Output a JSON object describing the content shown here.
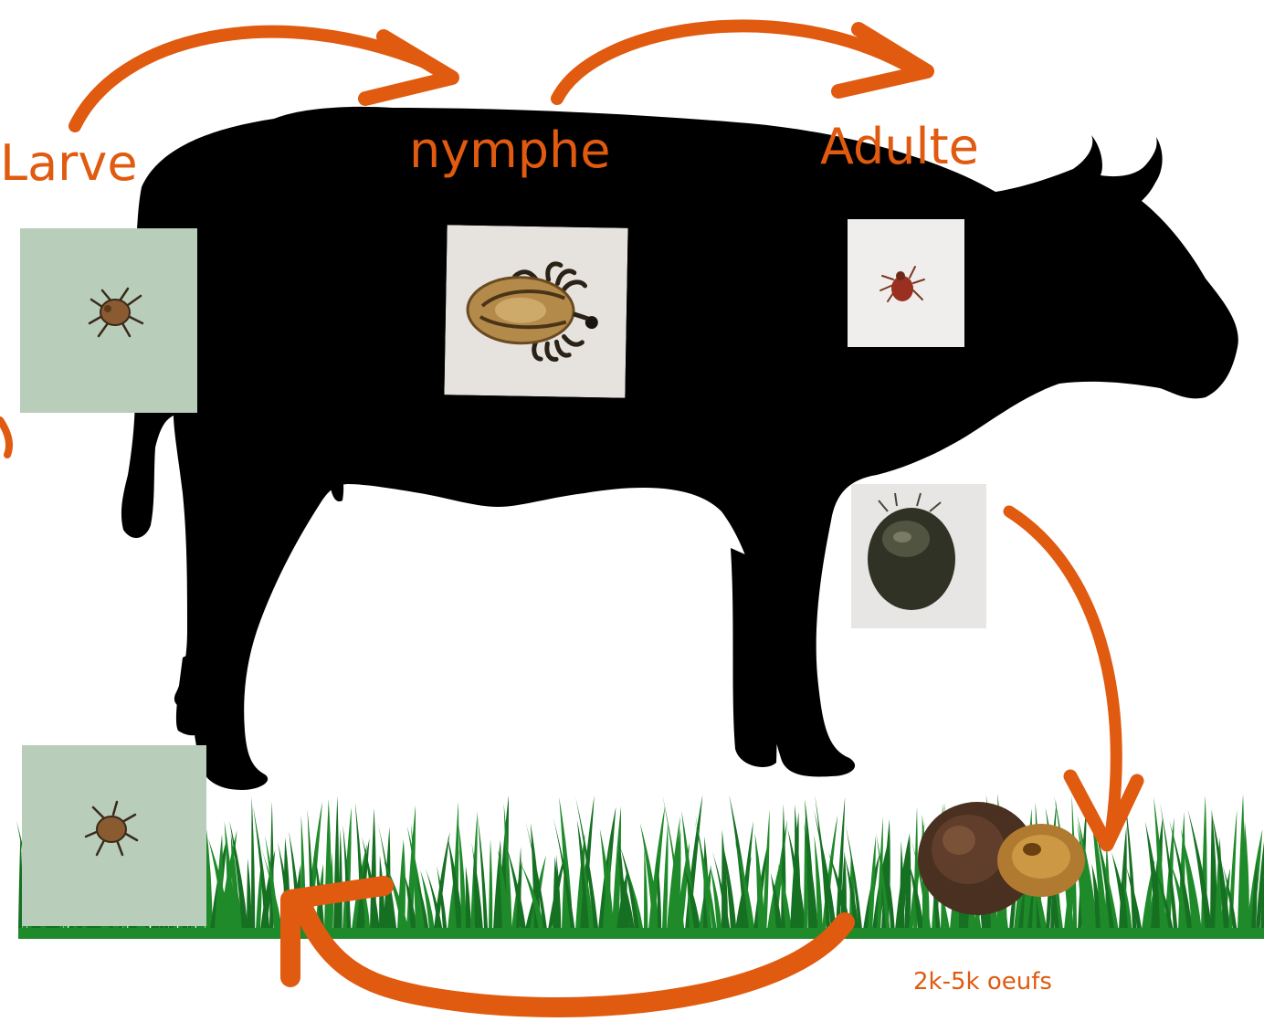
{
  "stages": {
    "larva": "Larve",
    "nymph": "nymphe",
    "adult": "Adulte"
  },
  "eggs_caption": "2k-5k oeufs",
  "colors": {
    "arrow": "#e05a10",
    "label": "#e05a10",
    "silhouette": "#000000",
    "grass": "#1f8a2a",
    "grass_dark": "#167022"
  }
}
